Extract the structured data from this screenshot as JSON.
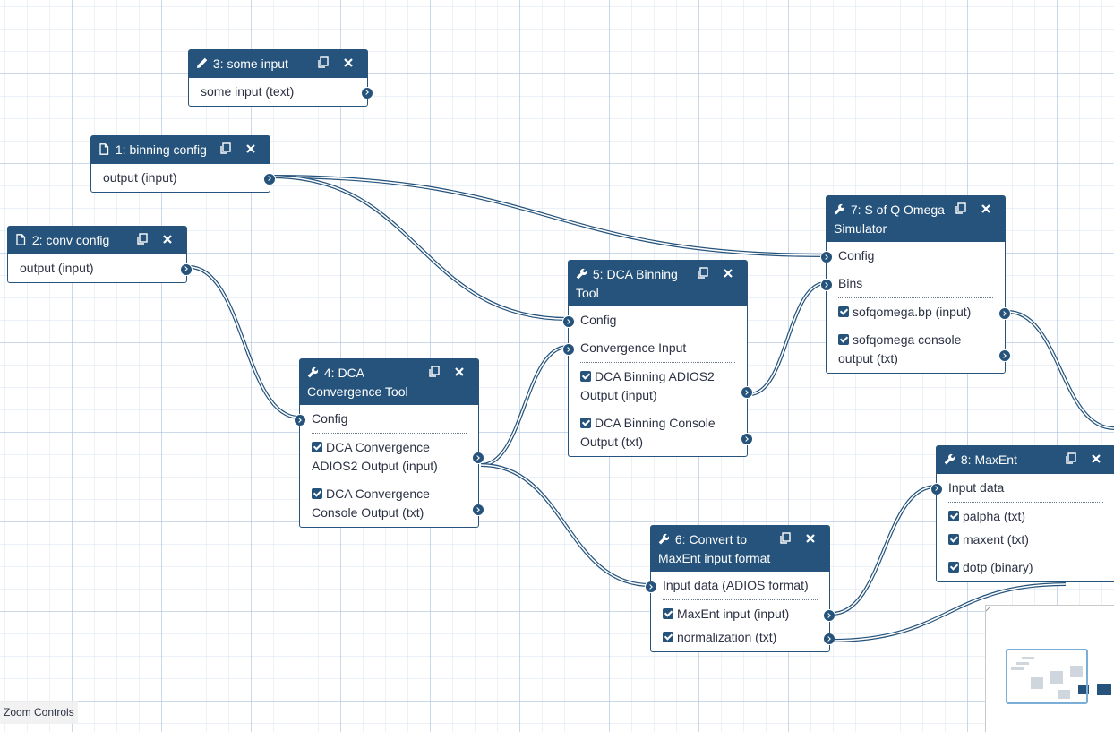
{
  "colors": {
    "node_header": "#25537b",
    "node_border": "#25537b",
    "edge": "#25537b",
    "text": "#2c3143",
    "minimap_view": "#7aaed6"
  },
  "nodes": {
    "n3": {
      "title": "3: some input",
      "icon": "pencil-icon",
      "outputs": [
        "some input (text)"
      ]
    },
    "n1": {
      "title": "1: binning config",
      "icon": "file-icon",
      "outputs": [
        "output (input)"
      ]
    },
    "n2": {
      "title": "2: conv config",
      "icon": "file-icon",
      "outputs": [
        "output (input)"
      ]
    },
    "n4": {
      "title": "4: DCA Convergence Tool",
      "icon": "wrench-icon",
      "inputs": [
        "Config"
      ],
      "outputs": [
        "DCA Convergence ADIOS2 Output (input)",
        "DCA Convergence Console Output (txt)"
      ]
    },
    "n5": {
      "title": "5: DCA Binning Tool",
      "icon": "wrench-icon",
      "inputs": [
        "Config",
        "Convergence Input"
      ],
      "outputs": [
        "DCA Binning ADIOS2 Output (input)",
        "DCA Binning Console Output (txt)"
      ]
    },
    "n6": {
      "title": "6: Convert to MaxEnt input format",
      "icon": "wrench-icon",
      "inputs": [
        "Input data (ADIOS format)"
      ],
      "outputs": [
        "MaxEnt input (input)",
        "normalization (txt)"
      ]
    },
    "n7": {
      "title": "7: S of Q Omega Simulator",
      "icon": "wrench-icon",
      "inputs": [
        "Config",
        "Bins"
      ],
      "outputs": [
        "sofqomega.bp (input)",
        "sofqomega console output (txt)"
      ]
    },
    "n8": {
      "title": "8: MaxEnt",
      "icon": "wrench-icon",
      "inputs": [
        "Input data"
      ],
      "outputs": [
        "palpha (txt)",
        "maxent (txt)",
        "dotp (binary)"
      ]
    }
  },
  "zoom_controls": {
    "label": "Zoom Controls"
  }
}
